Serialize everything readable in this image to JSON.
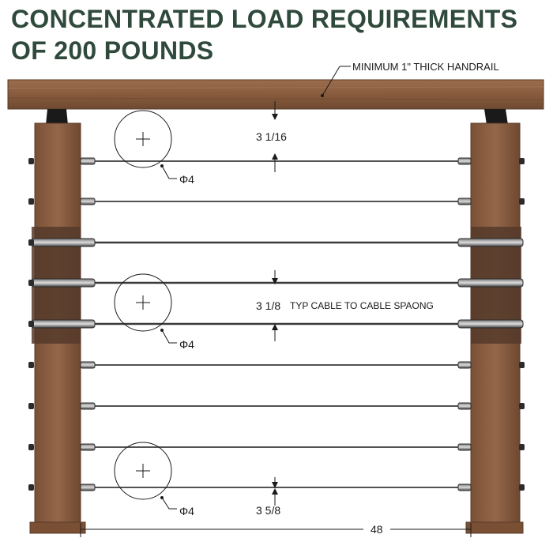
{
  "title": {
    "line1": "CONCENTRATED LOAD REQUIREMENTS",
    "line2": "OF 200 POUNDS"
  },
  "handrail_label": "MINIMUM 1\" THICK HANDRAIL",
  "dimensions": {
    "top_spacing": "3 1/16",
    "middle_spacing": "3 1/8",
    "middle_note": "TYP CABLE TO CABLE SPAONG",
    "bottom_spacing": "3 5/8",
    "post_span": "48"
  },
  "load_markers": [
    {
      "label": "Φ4"
    },
    {
      "label": "Φ4"
    },
    {
      "label": "Φ4"
    }
  ],
  "colors": {
    "title": "#2f4a3c",
    "wood": "#8a5d3f",
    "wood_dark": "#5a3b28",
    "cable": "#3a3a3a",
    "hardware": "#2b2b2b"
  }
}
